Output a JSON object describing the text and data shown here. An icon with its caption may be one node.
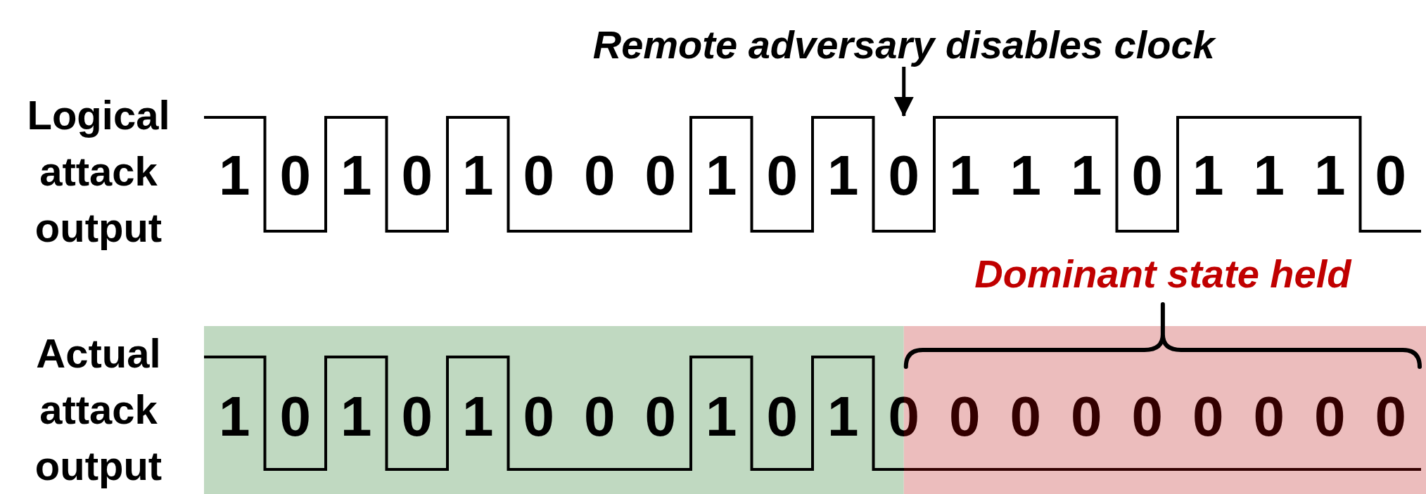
{
  "diagram": {
    "nodes": [
      {
        "text": [
          "Remote adversary disables clock"
        ]
      },
      {
        "text": [],
        "shape": "waveform"
      }
    ],
    "edges": [
      {
        "from": 0,
        "to": 1,
        "arrow": "to"
      }
    ],
    "labels": [
      "Logical attack output",
      "1",
      "0",
      "1",
      "0",
      "1",
      "0",
      "0",
      "0",
      "1",
      "0",
      "1",
      "0",
      "1",
      "1",
      "1",
      "0",
      "1",
      "1",
      "1",
      "0",
      "Dominant state held",
      "Actual attack output",
      "1",
      "0",
      "1",
      "0",
      "1",
      "0",
      "0",
      "0",
      "1",
      "0",
      "1",
      "0",
      "0",
      "0",
      "0",
      "0",
      "0",
      "0",
      "0",
      "0"
    ]
  }
}
